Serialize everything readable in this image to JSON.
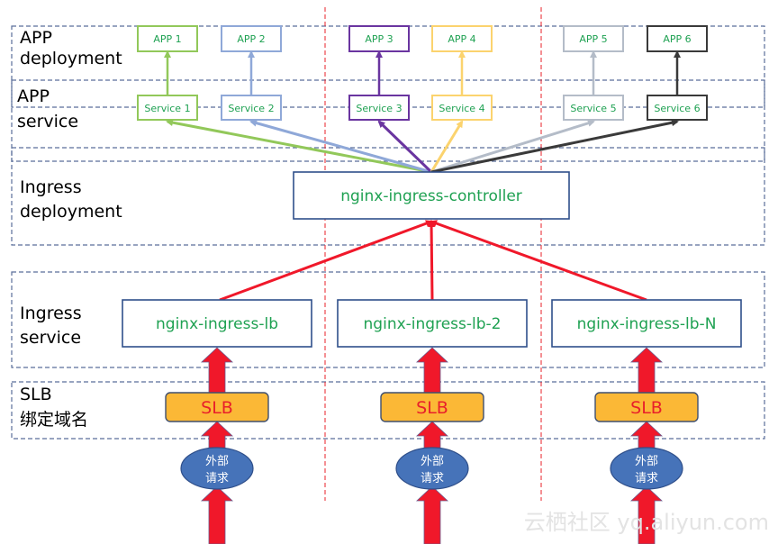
{
  "layers": [
    {
      "id": "app-deployment",
      "label_lines": [
        "APP",
        "deployment"
      ]
    },
    {
      "id": "app-service",
      "label_lines": [
        "APP",
        "service"
      ]
    },
    {
      "id": "ingress-deployment",
      "label_lines": [
        "Ingress",
        "deployment"
      ]
    },
    {
      "id": "ingress-service",
      "label_lines": [
        "Ingress",
        "service"
      ]
    },
    {
      "id": "slb",
      "label_lines": [
        "SLB",
        "绑定域名"
      ]
    }
  ],
  "apps": [
    {
      "app": "APP 1",
      "service": "Service 1",
      "color": "#92c85a"
    },
    {
      "app": "APP 2",
      "service": "Service 2",
      "color": "#8fa8d8"
    },
    {
      "app": "APP 3",
      "service": "Service 3",
      "color": "#6a35a0"
    },
    {
      "app": "APP 4",
      "service": "Service 4",
      "color": "#fbd36e"
    },
    {
      "app": "APP 5",
      "service": "Service 5",
      "color": "#b4bcc8"
    },
    {
      "app": "APP 6",
      "service": "Service 6",
      "color": "#3a3a3a"
    }
  ],
  "controller": {
    "label": "nginx-ingress-controller"
  },
  "ingress_services": [
    {
      "label": "nginx-ingress-lb"
    },
    {
      "label": "nginx-ingress-lb-2"
    },
    {
      "label": "nginx-ingress-lb-N"
    }
  ],
  "slbs": [
    {
      "label": "SLB"
    },
    {
      "label": "SLB"
    },
    {
      "label": "SLB"
    }
  ],
  "requests": [
    {
      "label_lines": [
        "外部",
        "请求"
      ]
    },
    {
      "label_lines": [
        "外部",
        "请求"
      ]
    },
    {
      "label_lines": [
        "外部",
        "请求"
      ]
    }
  ],
  "colors": {
    "layer_border": "#5a6e9a",
    "column_divider": "#e8202a",
    "box_border": "#2f4f8a",
    "label_text": "#1fa152",
    "traffic_arrow": "#f0182a",
    "slb_fill": "#fbb836",
    "request_fill": "#4673b9"
  },
  "watermark": "云栖社区 yq.aliyun.com"
}
